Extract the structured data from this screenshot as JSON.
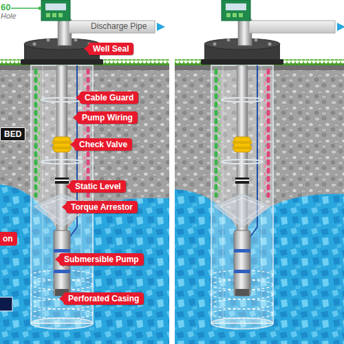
{
  "diagram": {
    "nodes": [
      {
        "text": [
          "Well Seal"
        ]
      },
      {
        "text": [
          "Cable Guard"
        ]
      },
      {
        "text": [
          "Pump Wiring"
        ]
      },
      {
        "text": [
          "BED"
        ]
      },
      {
        "text": [
          "Check Valve"
        ]
      },
      {
        "text": [
          "Static Level"
        ]
      },
      {
        "text": [
          "Torque Arrestor"
        ]
      },
      {
        "text": [
          "on"
        ]
      },
      {
        "text": [
          "Submersible Pump"
        ]
      },
      {
        "text": [
          "Perforated Casing"
        ]
      }
    ],
    "labels": [
      "60",
      "Hole",
      "Discharge Pipe"
    ]
  }
}
